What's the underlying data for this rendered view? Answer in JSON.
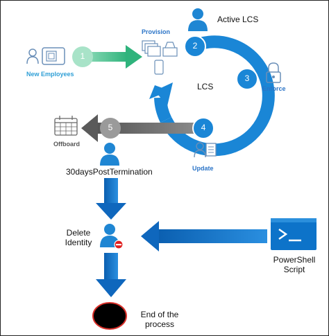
{
  "nodes": {
    "active_lcs": "Active LCS",
    "provision": "Provision",
    "new_employees": "New Employees",
    "lcs": "LCS",
    "enforce": "Enforce",
    "offboard": "Offboard",
    "update": "Update",
    "post_termination": "30daysPostTermination",
    "delete_identity_line1": "Delete",
    "delete_identity_line2": "Identity",
    "powershell_line1": "PowerShell",
    "powershell_line2": "Script",
    "end_line1": "End of the",
    "end_line2": "process"
  },
  "steps": [
    "1",
    "2",
    "3",
    "4",
    "5"
  ],
  "colors": {
    "blue": "#1f7fd1",
    "light_blue": "#2f9fd6",
    "green": "#3dbb8a",
    "gray": "#6b6b6b",
    "end_ring": "#d9302a"
  }
}
